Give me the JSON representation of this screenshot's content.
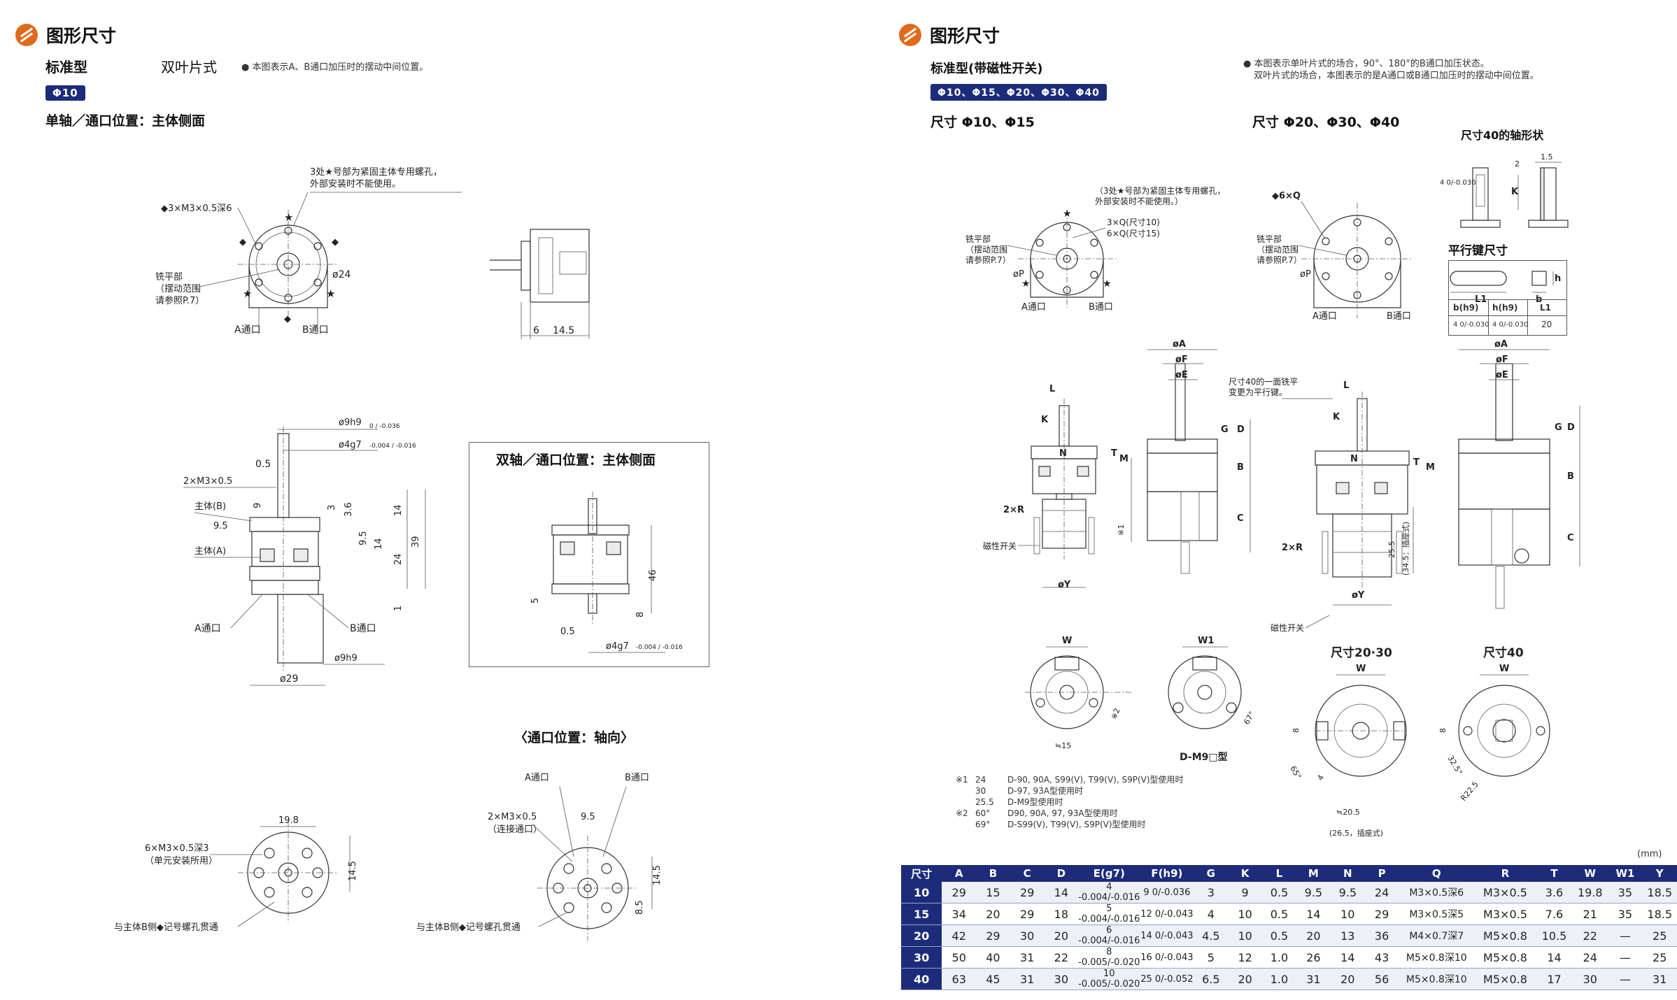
{
  "left": {
    "header": "图形尺寸",
    "type_label": "标准型",
    "variant": "双叶片式",
    "note": "● 本图表示A、B通口加压时的摆动中间位置。",
    "size_badge": "Φ10",
    "section_title": "单轴／通口位置：主体侧面",
    "star_note_1": "3处★号部为紧固主体专用螺孔，",
    "star_note_2": "外部安装时不能使用。",
    "diamond_label": "◆3×M3×0.5深6",
    "flat_label": [
      "铣平部",
      "（摆动范围",
      "请参照P.7）"
    ],
    "phi24": "ø24",
    "port_a": "A通口",
    "port_b": "B通口",
    "dim_6": "6",
    "dim_14_5": "14.5",
    "side_dims": {
      "phi9": "ø9h9",
      "phi9_tol": "0 / -0.036",
      "phi4": "ø4g7",
      "phi4_tol": "-0.004 / -0.016",
      "d05": "0.5",
      "m3": "2×M3×0.5",
      "body_b": "主体(B)",
      "d95": "9.5",
      "body_a": "主体(A)",
      "d9": "9",
      "d3": "3",
      "d36": "3.6",
      "d14a": "14",
      "d95b": "9.5",
      "d14b": "14",
      "d24": "24",
      "d39": "39",
      "d1": "1",
      "phi29": "ø29"
    },
    "dual_box": {
      "title": "双轴／通口位置：主体侧面",
      "d46": "46",
      "d5": "5",
      "d8": "8",
      "d05": "0.5",
      "phi4": "ø4g7",
      "phi4_tol": "-0.004 / -0.016"
    },
    "axial_title": "〈通口位置：轴向〉",
    "axial_left": {
      "d198": "19.8",
      "screw": "6×M3×0.5深3",
      "unit": "（单元安装所用）",
      "d145": "14.5",
      "through": "与主体B侧◆记号螺孔贯通"
    },
    "axial_right": {
      "port_a": "A通口",
      "port_b": "B通口",
      "screw": "2×M3×0.5",
      "connect": "（连接通口）",
      "d95": "9.5",
      "d145": "14.5",
      "d85": "8.5",
      "through": "与主体B侧◆记号螺孔贯通"
    }
  },
  "right": {
    "header": "图形尺寸",
    "type_label": "标准型(带磁性开关)",
    "size_badge": "Φ10、Φ15、Φ20、Φ30、Φ40",
    "note_1": "● 本图表示单叶片式的场合，90°、180°的B通口加压状态。",
    "note_2": "双叶片式的场合，本图表示的是A通口或B通口加压时的摆动中间位置。",
    "size_small": "尺寸 Φ10、Φ15",
    "size_large": "尺寸 Φ20、Φ30、Φ40",
    "shaft40": "尺寸40的轴形状",
    "key_title": "平行键尺寸",
    "star_note": [
      "（3处★号部为紧固主体专用螺孔，",
      "外部安装时不能使用。）"
    ],
    "q_label_1": "3×Q(尺寸10)",
    "q_label_2": "6×Q(尺寸15)",
    "q6": "◆6×Q",
    "flat_label": [
      "铣平部",
      "（摆动范围",
      "请参照P.7）"
    ],
    "phiP": "øP",
    "port_a": "A通口",
    "port_b": "B通口",
    "key_table": {
      "headers": [
        "b(h9)",
        "h(h9)",
        "L1"
      ],
      "values": [
        "4 0/-0.030",
        "4 0/-0.030",
        "20"
      ],
      "labels": [
        "L1",
        "b",
        "h"
      ]
    },
    "shaft_dims": {
      "d15": "1.5",
      "d2": "2",
      "k": "K",
      "four": "4 0/-0.030"
    },
    "letters": {
      "L": "L",
      "K": "K",
      "N": "N",
      "M": "M",
      "T": "T",
      "G": "G",
      "D": "D",
      "B": "B",
      "C": "C",
      "A": "øA",
      "F": "øF",
      "E": "øE",
      "Y": "øY",
      "R": "2×R",
      "W": "W",
      "W1": "W1",
      "note1": "※1",
      "d255": "25.5",
      "d345": "(34.5：插座式)"
    },
    "switch_label": "磁性开关",
    "size40_note": [
      "尺寸40的一面铣平",
      "变更为平行键。"
    ],
    "bottom_views": {
      "dm9": "D-M9□型",
      "size2030": "尺寸20·30",
      "size40": "尺寸40",
      "note2": "※2",
      "r15": "≒15",
      "r205": "≒20.5",
      "socket": "(26.5，插座式)",
      "r225": "R22.5",
      "d8": "8",
      "d4": "4",
      "a65": "65°",
      "a32": "32.5°",
      "a67": "67°"
    },
    "footnotes": [
      {
        "mark": "※1",
        "val": "24",
        "text": "D-90, 90A, S99(V), T99(V), S9P(V)型使用时"
      },
      {
        "mark": "",
        "val": "30",
        "text": "D-97, 93A型使用时"
      },
      {
        "mark": "",
        "val": "25.5",
        "text": "D-M9型使用时"
      },
      {
        "mark": "※2",
        "val": "60°",
        "text": "D90, 90A, 97, 93A型使用时"
      },
      {
        "mark": "",
        "val": "69°",
        "text": "D-S99(V), T99(V), S9P(V)型使用时"
      }
    ],
    "unit": "(mm)",
    "table": {
      "headers": [
        "尺寸",
        "A",
        "B",
        "C",
        "D",
        "E(g7)",
        "F(h9)",
        "G",
        "K",
        "L",
        "M",
        "N",
        "P",
        "Q",
        "R",
        "T",
        "W",
        "W1",
        "Y"
      ],
      "rows": [
        [
          "10",
          "29",
          "15",
          "29",
          "14",
          "4 -0.004/-0.016",
          "9 0/-0.036",
          "3",
          "9",
          "0.5",
          "9.5",
          "9.5",
          "24",
          "M3×0.5深6",
          "M3×0.5",
          "3.6",
          "19.8",
          "35",
          "18.5"
        ],
        [
          "15",
          "34",
          "20",
          "29",
          "18",
          "5 -0.004/-0.016",
          "12 0/-0.043",
          "4",
          "10",
          "0.5",
          "14",
          "10",
          "29",
          "M3×0.5深5",
          "M3×0.5",
          "7.6",
          "21",
          "35",
          "18.5"
        ],
        [
          "20",
          "42",
          "29",
          "30",
          "20",
          "6 -0.004/-0.016",
          "14 0/-0.043",
          "4.5",
          "10",
          "0.5",
          "20",
          "13",
          "36",
          "M4×0.7深7",
          "M5×0.8",
          "10.5",
          "22",
          "—",
          "25"
        ],
        [
          "30",
          "50",
          "40",
          "31",
          "22",
          "8 -0.005/-0.020",
          "16 0/-0.043",
          "5",
          "12",
          "1.0",
          "26",
          "14",
          "43",
          "M5×0.8深10",
          "M5×0.8",
          "14",
          "24",
          "—",
          "25"
        ],
        [
          "40",
          "63",
          "45",
          "31",
          "30",
          "10 -0.005/-0.020",
          "25 0/-0.052",
          "6.5",
          "20",
          "1.0",
          "31",
          "20",
          "56",
          "M5×0.8深10",
          "M5×0.8",
          "17",
          "30",
          "—",
          "31"
        ]
      ]
    }
  }
}
